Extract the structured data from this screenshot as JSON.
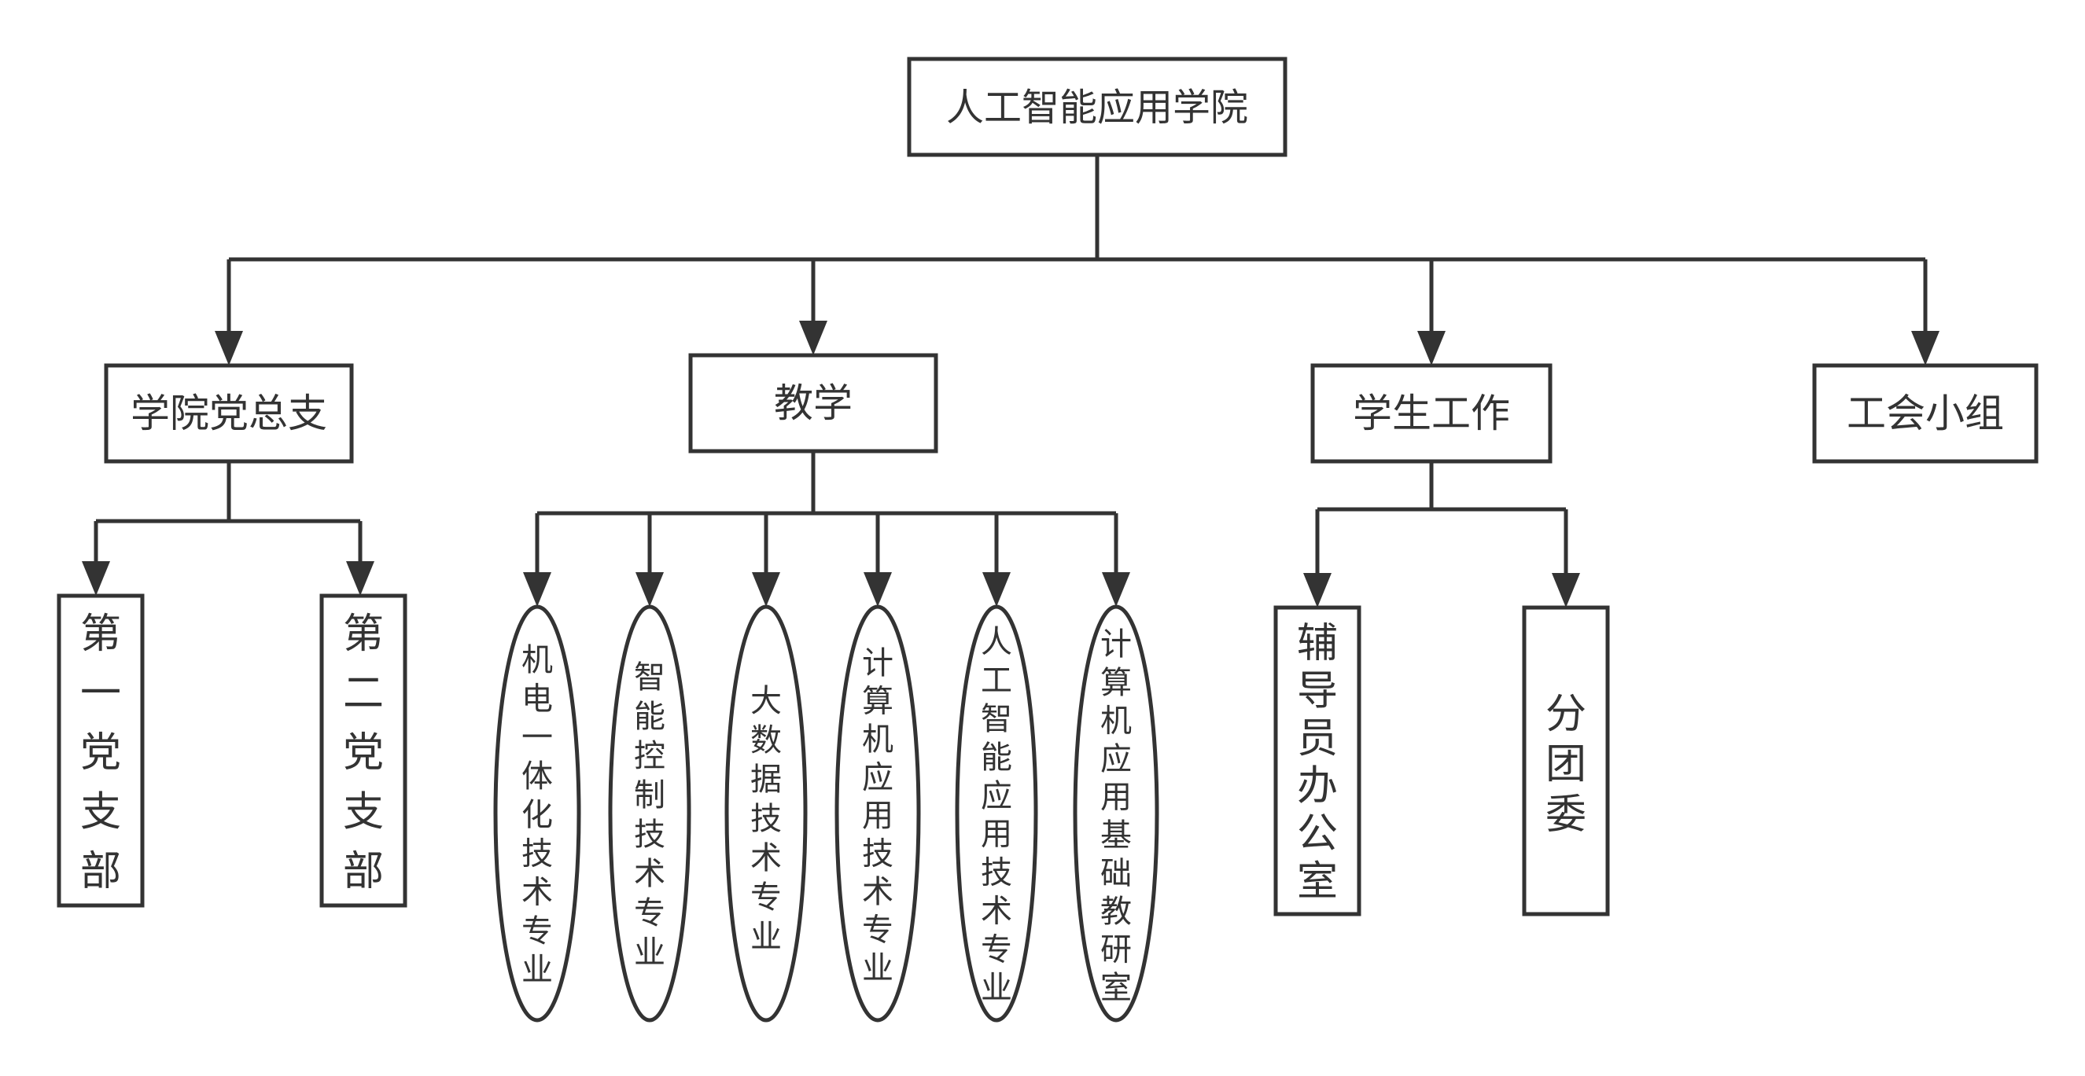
{
  "root": {
    "label": "人工智能应用学院"
  },
  "branches": [
    {
      "label": "学院党总支",
      "children": [
        "第一党支部",
        "第二党支部"
      ]
    },
    {
      "label": "教学",
      "children": [
        "机电一体化技术专业",
        "智能控制技术专业",
        "大数据技术专业",
        "计算机应用技术专业",
        "人工智能应用技术专业",
        "计算机应用基础教研室"
      ]
    },
    {
      "label": "学生工作",
      "children": [
        "辅导员办公室",
        "分团委"
      ]
    },
    {
      "label": "工会小组",
      "children": []
    }
  ]
}
